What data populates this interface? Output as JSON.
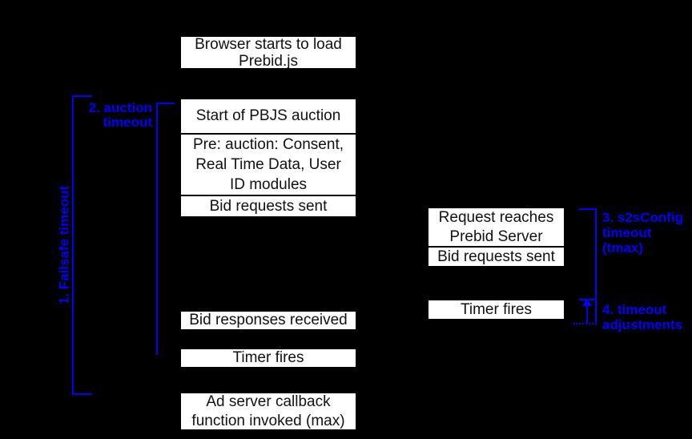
{
  "diagram_title": "Prebid.js timeout timeline",
  "colors": {
    "background": "#000000",
    "box_fill": "#ffffff",
    "box_border": "#000000",
    "box_text": "#111111",
    "annotation_blue": "#0101fe"
  },
  "page_timeline": {
    "browser_load": {
      "label": "Browser starts to load\nPrebid.js"
    },
    "start_auction": {
      "label": "Start of PBJS auction"
    },
    "pre_auction": {
      "label": "Pre: auction: Consent,\nReal Time Data, User\nID modules"
    },
    "bid_requests_sent": {
      "label": "Bid requests sent"
    },
    "bid_responses_received": {
      "label": "Bid responses received"
    },
    "timer_fires": {
      "label": "Timer fires"
    },
    "ad_server_callback": {
      "label": "Ad server callback\nfunction invoked (max)"
    }
  },
  "server_timeline": {
    "request_reaches_prebid_server": {
      "label": "Request reaches\nPrebid Server"
    },
    "bid_requests_sent": {
      "label": "Bid requests sent"
    },
    "timer_fires": {
      "label": "Timer fires"
    }
  },
  "annotations": {
    "failsafe_timeout": {
      "label": "1. Failsafe timeout"
    },
    "auction_timeout": {
      "label": "2. auction\ntimeout"
    },
    "s2s_timeout": {
      "label": "3. s2sConfig\ntimeout (tmax)"
    },
    "timeout_adjustments": {
      "label": "4. timeout\nadjustments"
    }
  }
}
